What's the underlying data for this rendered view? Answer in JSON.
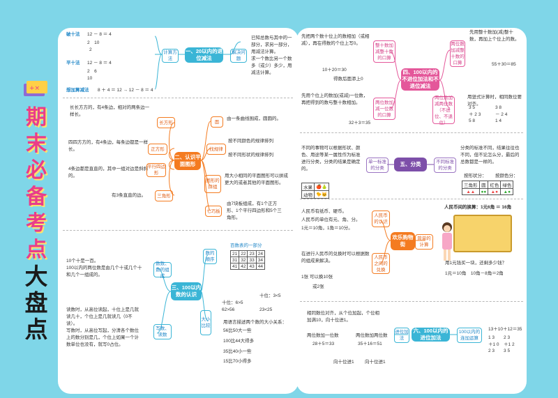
{
  "side_title": {
    "chars": [
      "期",
      "末",
      "必",
      "备",
      "考",
      "点"
    ],
    "big_chars": [
      "大",
      "盘",
      "点"
    ]
  },
  "s1": {
    "title": "一、20以内的退位减法",
    "method": "计算方法",
    "solve": "解决问题",
    "break_ten": "破十法",
    "break_expr": "12 － 8 ＝ 4",
    "break_a": "2　10",
    "break_b": "2",
    "flat_ten": "平十法",
    "flat_expr": "12 － 8 ＝ 4",
    "flat_a": "2　6",
    "flat_b": "10",
    "think": "想加算减法",
    "think_expr": "8 ＋ 4 ＝ 12 → 12 － 8 ＝ 4",
    "solve_text": "已知总数与其中的一部分，求另一部分，用减法计算。\n求一个数比另一个数多（或少）多少，用减法计算。"
  },
  "s2": {
    "title": "二、认识平面图形",
    "rect": "长方形",
    "rect_text": "长长方方的，有4条边，相对的两条边一样长。",
    "square": "正方形",
    "square_text": "四四方方的，有4条边，每条边都是一样长。",
    "para": "平行四边形",
    "para_text": "4条边都是直直的，其中一组对边是斜斜的。",
    "tri": "三角形",
    "tri_text": "有3条直直的边。",
    "face": "面",
    "face_text": "由一条曲线围成，圆圆的。",
    "pattern": "找规律",
    "pattern_a": "按不同颜色的规律排列",
    "pattern_b": "按不同形状的规律排列",
    "compose": "图形的拼组",
    "compose_text": "用大小相同的平面图形可以拼成更大的或者其他的平面图形。",
    "tangram": "七巧板",
    "tangram_text": "由7块板组成，有1个正方形、1个平行四边形和5个三角形。"
  },
  "s3": {
    "title": "三、100以内数的认识",
    "count": "数数、数的组成",
    "count_text": "10个十是一百。\n100以内的两位数是由几个十或几个十和几个一组成的。",
    "rw": "写数、读数",
    "rw_text": "读数时，从高位读起，十位上是几就读几十，个位上是几就读几（0不读）。\n写数时，从高位写起，分清各个数位上的数分别是几，个位上如果一个计数单位也没有，就写0占位。",
    "order": "数的顺序",
    "table_title": "百数表的一部分",
    "table": [
      [
        "21",
        "22",
        "23",
        "24"
      ],
      [
        "31",
        "32",
        "33",
        "34"
      ],
      [
        "41",
        "42",
        "43",
        "44"
      ]
    ],
    "compare": "大小比较",
    "cmp_a": "十位：6>5",
    "cmp_a2": "62>56",
    "cmp_b": "十位：3<5",
    "cmp_b2": "23<25",
    "cmp_rule": "用语言描述两个数的大小关系：",
    "cmp_1": "56比50大一些",
    "cmp_2": "100比44大得多",
    "cmp_3": "35比40小一些",
    "cmp_4": "15比70小得多"
  },
  "s4": {
    "title": "四、100以内的不进位加法和不退位减法",
    "add1": "整十数加减整十数的口算",
    "add1_text": "先把两个数十位上的数相加（或相减），再在得数的个位上写0。",
    "add1_eq": "10＋20＝30",
    "add1_note": "得数后面添上0",
    "add2": "两位数加减一位数的口算",
    "add2_text": "先用个位上的数加(或减)一位数，再把得到的数与整十数相加。",
    "add2_eq": "32＋3＝35",
    "add3": "两位数加减整十数的口算",
    "add3_text": "先用整十数加(减)整十数，再加上个位上的数。",
    "add3_eq": "55＋30＝85",
    "add4": "两位数加减两位数（不进位、不退位）",
    "add4_text": "用竖式计算时，相同数位要对齐。",
    "add4_v1": "3 5\n＋ 2 3\n5 8",
    "add4_v2": "3 8\n－ 2 4\n1 4"
  },
  "s5": {
    "title": "五、分类",
    "same": "单一标准的分类",
    "same_text": "不同的事物可以根据形状、颜色、用途等某一属性作为标准进行分类，分类的结果是确定的。",
    "diff": "不同标准的分类",
    "diff_text": "分类的标准不同，结果往往也不同，但不论怎么分，最后的总数都是一样的。",
    "by_shape": "按形状分：",
    "by_color": "按颜色分：",
    "shape_cells": [
      "三角形",
      "圆"
    ],
    "color_cells": [
      "红色",
      "绿色"
    ],
    "fruit": "水果",
    "animal": "动物"
  },
  "s6": {
    "title": "欢乐购物街",
    "know": "人民币的认识",
    "know_text": "人民币有纸币、硬币。\n人民币的单位有元、角、分。\n1元＝10角，1角＝10分。",
    "exchange": "人民币之间的兑换",
    "exchange_text": "在进行人民币的兑换时可以根据数的组成来解决。",
    "ex_1": "1张 可以换10张",
    "ex_2": "或2张",
    "simple": "简单的计算",
    "shop_title": "人民币间的换算：1元6角 ＝ 16角",
    "calc": "用1元钱买一块，还剩多少钱？",
    "calc_ans": "1元＝10角　10角－8角＝2角"
  },
  "s7": {
    "title": "六、100以内的进位加法",
    "rule": "进位加法",
    "rule_text": "相同数位对齐，从个位加起，个位相加满10，向十位进1。",
    "ex1": "两位数加一位数",
    "ex1_eq": "28＋5＝33",
    "ex1_note": "向十位进1",
    "ex2": "两位数加两位数",
    "ex2_eq": "35＋16＝51",
    "ex2_note": "向十位进1",
    "cont": "100以内的连加运算",
    "cont_eq": "13＋10＋12＝35",
    "cont_v": "1 3　　2 3\n＋1 0　＋1 2\n2 3　　3 5"
  }
}
